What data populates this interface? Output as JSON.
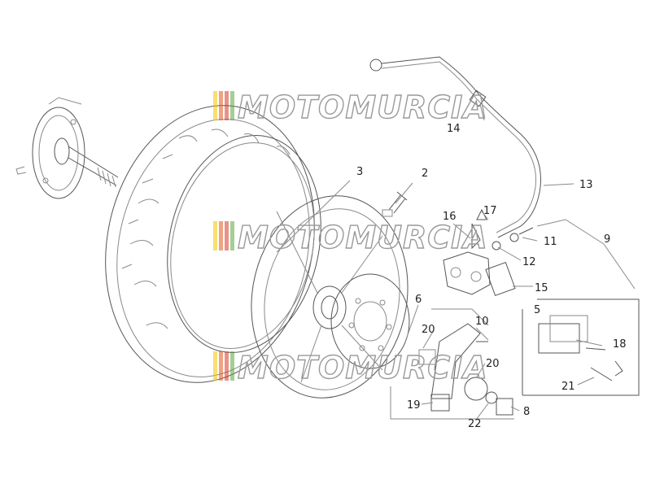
{
  "watermark": {
    "text": "MOTOMURCIA",
    "stripe_colors": [
      "#f2c200",
      "#e05a1a",
      "#d9362b",
      "#57a840"
    ],
    "text_color": "#9a9a9a"
  },
  "parts": [
    {
      "id": "p2",
      "label": "2"
    },
    {
      "id": "p3",
      "label": "3"
    },
    {
      "id": "p5",
      "label": "5"
    },
    {
      "id": "p6",
      "label": "6"
    },
    {
      "id": "p8",
      "label": "8"
    },
    {
      "id": "p9",
      "label": "9"
    },
    {
      "id": "p10",
      "label": "10"
    },
    {
      "id": "p11",
      "label": "11"
    },
    {
      "id": "p12",
      "label": "12"
    },
    {
      "id": "p13",
      "label": "13"
    },
    {
      "id": "p14",
      "label": "14"
    },
    {
      "id": "p15",
      "label": "15"
    },
    {
      "id": "p16",
      "label": "16"
    },
    {
      "id": "p17",
      "label": "17"
    },
    {
      "id": "p18",
      "label": "18"
    },
    {
      "id": "p19",
      "label": "19"
    },
    {
      "id": "p20a",
      "label": "20"
    },
    {
      "id": "p20b",
      "label": "20"
    },
    {
      "id": "p21",
      "label": "21"
    },
    {
      "id": "p22",
      "label": "22"
    }
  ]
}
